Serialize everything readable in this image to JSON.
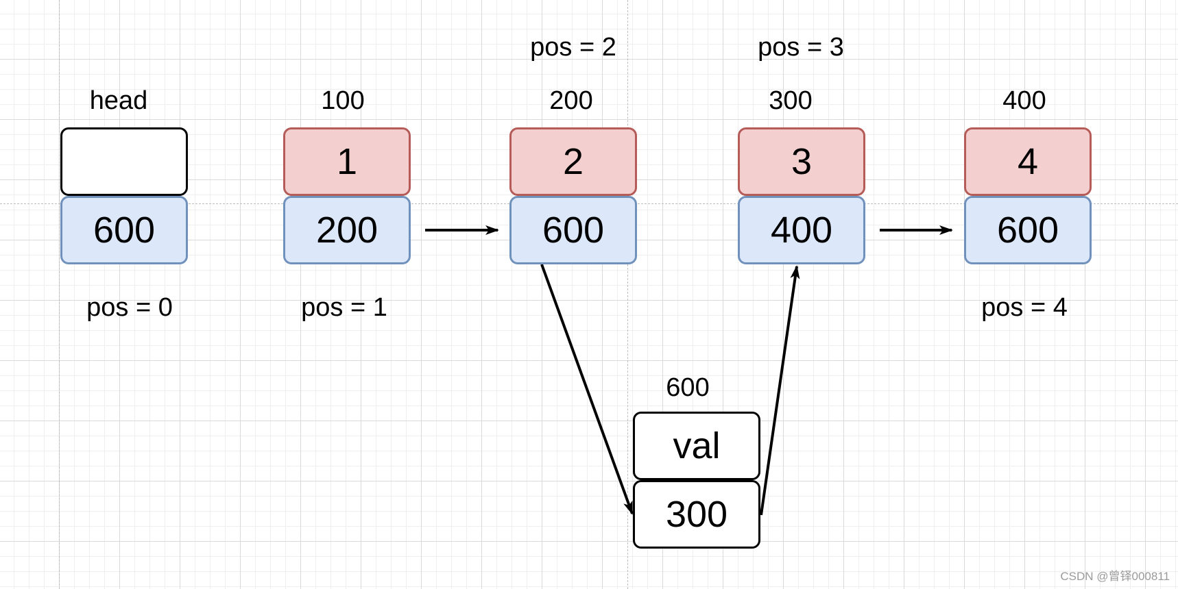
{
  "nodes": [
    {
      "id": "head",
      "address": "head",
      "data": "",
      "next": "600",
      "pos": "pos = 0"
    },
    {
      "id": "n100",
      "address": "100",
      "data": "1",
      "next": "200",
      "pos": "pos = 1"
    },
    {
      "id": "n200",
      "address": "200",
      "data": "2",
      "next": "600",
      "pos": "pos = 2"
    },
    {
      "id": "n300",
      "address": "300",
      "data": "3",
      "next": "400",
      "pos": "pos = 3"
    },
    {
      "id": "n400",
      "address": "400",
      "data": "4",
      "next": "600",
      "pos": "pos = 4"
    }
  ],
  "new_node": {
    "address": "600",
    "data": "val",
    "next": "300"
  },
  "edges": [
    {
      "from": "n100",
      "to": "n200"
    },
    {
      "from": "n300",
      "to": "n400"
    },
    {
      "from": "n200",
      "to": "new_node"
    },
    {
      "from": "new_node",
      "to": "n300"
    }
  ],
  "colors": {
    "data_fill": "#f3d0cf",
    "data_border": "#b55b58",
    "next_fill": "#dce8f9",
    "next_border": "#7191bd",
    "arrow": "#000000"
  },
  "watermark": "CSDN @曾铎000811"
}
